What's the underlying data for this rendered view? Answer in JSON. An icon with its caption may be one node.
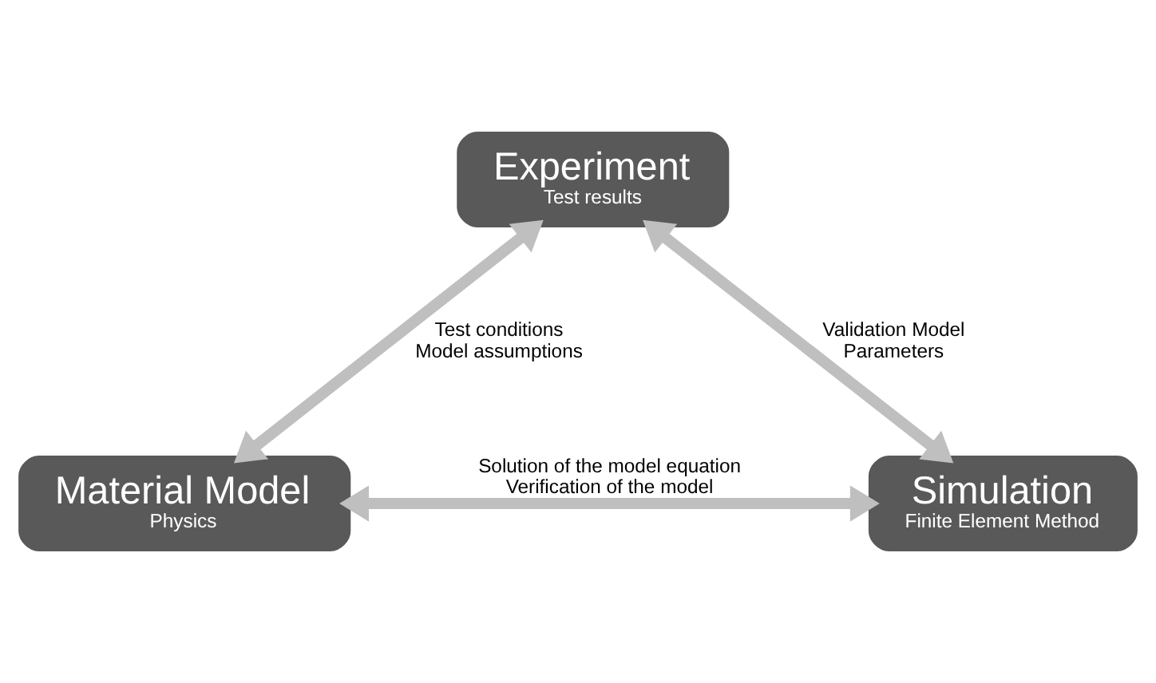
{
  "diagram": {
    "nodes": [
      {
        "text": [
          "Experiment",
          "Test results"
        ]
      },
      {
        "text": [
          "Material Model",
          "Physics"
        ]
      },
      {
        "text": [
          "Simulation",
          "Finite Element Method"
        ]
      }
    ],
    "edges": [
      {
        "from": 1,
        "to": 0,
        "arrow": "both",
        "label": "Test conditions Model assumptions"
      },
      {
        "from": 0,
        "to": 2,
        "arrow": "both",
        "label": "Validation Model Parameters"
      },
      {
        "from": 1,
        "to": 2,
        "arrow": "both",
        "label": "Solution of the model equation Verification of the model"
      }
    ]
  }
}
